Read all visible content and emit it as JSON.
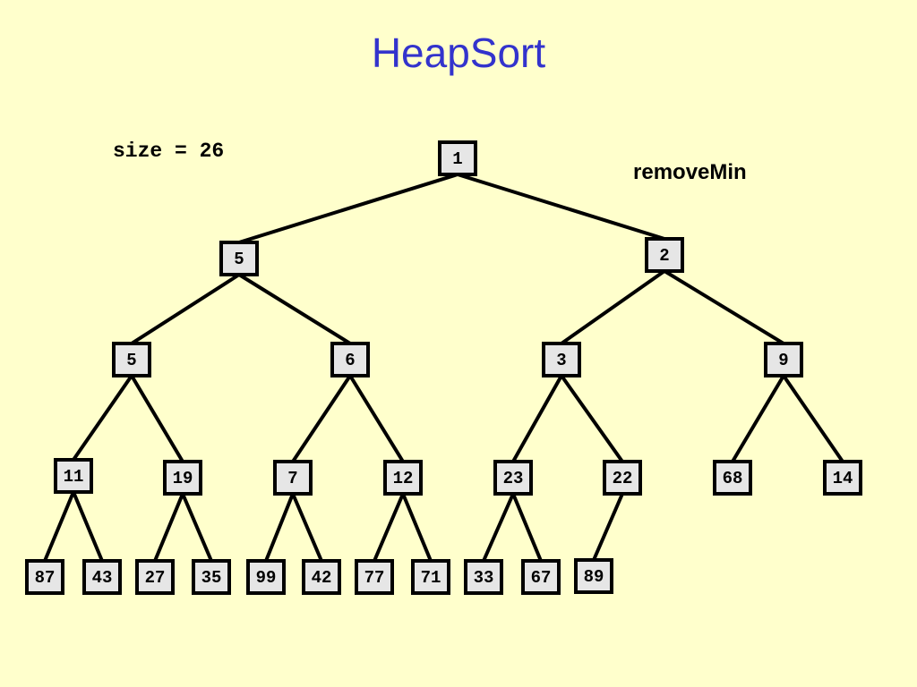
{
  "title": "HeapSort",
  "size_label": "size = 26",
  "operation_label": "removeMin",
  "colors": {
    "background": "#ffffcc",
    "title": "#3333cc",
    "node_fill": "#e6e6e6",
    "stroke": "#000000"
  },
  "nodes": [
    {
      "value": "1"
    },
    {
      "value": "5"
    },
    {
      "value": "2"
    },
    {
      "value": "5"
    },
    {
      "value": "6"
    },
    {
      "value": "3"
    },
    {
      "value": "9"
    },
    {
      "value": "11"
    },
    {
      "value": "19"
    },
    {
      "value": "7"
    },
    {
      "value": "12"
    },
    {
      "value": "23"
    },
    {
      "value": "22"
    },
    {
      "value": "68"
    },
    {
      "value": "14"
    },
    {
      "value": "87"
    },
    {
      "value": "43"
    },
    {
      "value": "27"
    },
    {
      "value": "35"
    },
    {
      "value": "99"
    },
    {
      "value": "42"
    },
    {
      "value": "77"
    },
    {
      "value": "71"
    },
    {
      "value": "33"
    },
    {
      "value": "67"
    },
    {
      "value": "89"
    }
  ]
}
